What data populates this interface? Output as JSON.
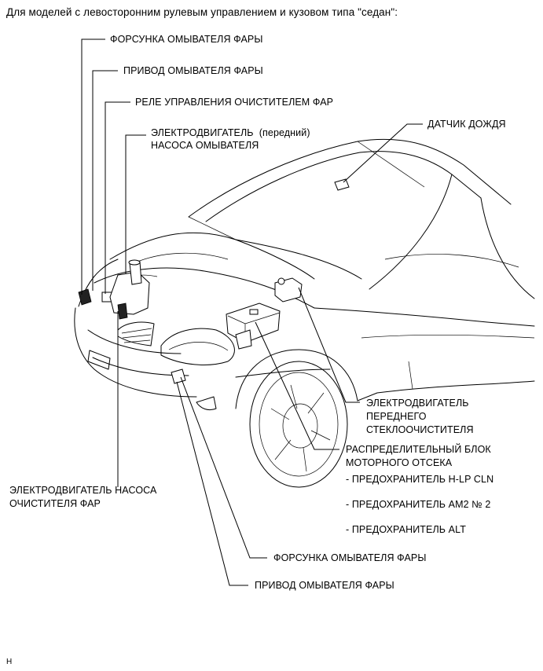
{
  "heading": "Для моделей с левосторонним рулевым управлением и кузовом типа \"седан\":",
  "labels": {
    "headlamp_washer_nozzle_top": "ФОРСУНКА ОМЫВАТЕЛЯ ФАРЫ",
    "headlamp_washer_actuator_top": "ПРИВОД ОМЫВАТЕЛЯ ФАРЫ",
    "headlamp_cleaner_relay": "РЕЛЕ УПРАВЛЕНИЯ ОЧИСТИТЕЛЕМ ФАР",
    "front_washer_motor_line1_a": "ЭЛЕКТРОДВИГАТЕЛЬ",
    "front_washer_motor_line1_b": "(передний)",
    "front_washer_motor_line2": "НАСОСА ОМЫВАТЕЛЯ",
    "rain_sensor": "ДАТЧИК ДОЖДЯ",
    "front_wiper_motor_line1": "ЭЛЕКТРОДВИГАТЕЛЬ",
    "front_wiper_motor_line2": "ПЕРЕДНЕГО",
    "front_wiper_motor_line3": "СТЕКЛООЧИСТИТЕЛЯ",
    "engine_room_block_line1": "РАСПРЕДЕЛИТЕЛЬНЫЙ БЛОК",
    "engine_room_block_line2": "МОТОРНОГО ОТСЕКА",
    "fuse_hlp_cln": "- ПРЕДОХРАНИТЕЛЬ H-LP CLN",
    "fuse_am2": "- ПРЕДОХРАНИТЕЛЬ AM2 № 2",
    "fuse_alt": "- ПРЕДОХРАНИТЕЛЬ ALT",
    "headlamp_cleaner_pump_line1": "ЭЛЕКТРОДВИГАТЕЛЬ НАСОСА",
    "headlamp_cleaner_pump_line2": "ОЧИСТИТЕЛЯ ФАР",
    "headlamp_washer_nozzle_bottom": "ФОРСУНКА ОМЫВАТЕЛЯ ФАРЫ",
    "headlamp_washer_actuator_bottom": "ПРИВОД ОМЫВАТЕЛЯ ФАРЫ"
  },
  "footer": "H"
}
